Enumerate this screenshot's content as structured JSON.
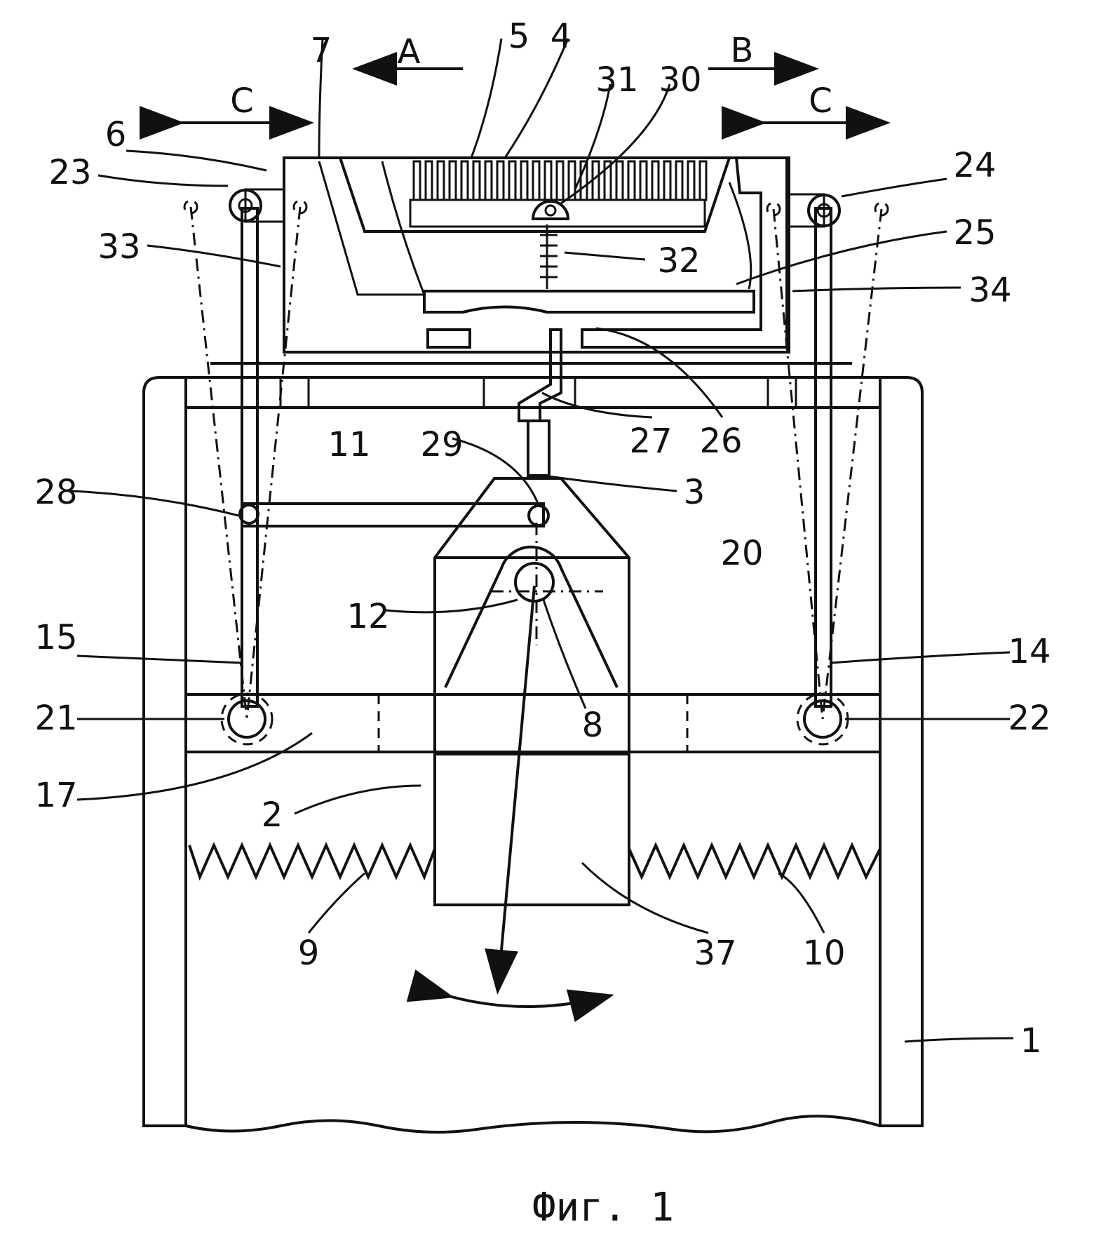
{
  "caption": "Фиг. 1",
  "arrows": {
    "a": "A",
    "b": "B",
    "c_left": "C",
    "c_right": "C"
  },
  "labels": {
    "n1": "1",
    "n2": "2",
    "n3": "3",
    "n4": "4",
    "n5": "5",
    "n6": "6",
    "n7": "7",
    "n8": "8",
    "n9": "9",
    "n10": "10",
    "n11": "11",
    "n12": "12",
    "n14": "14",
    "n15": "15",
    "n17": "17",
    "n20": "20",
    "n21": "21",
    "n22": "22",
    "n23": "23",
    "n24": "24",
    "n25": "25",
    "n26": "26",
    "n27": "27",
    "n28": "28",
    "n29": "29",
    "n30": "30",
    "n31": "31",
    "n32": "32",
    "n33": "33",
    "n34": "34",
    "n37": "37"
  }
}
